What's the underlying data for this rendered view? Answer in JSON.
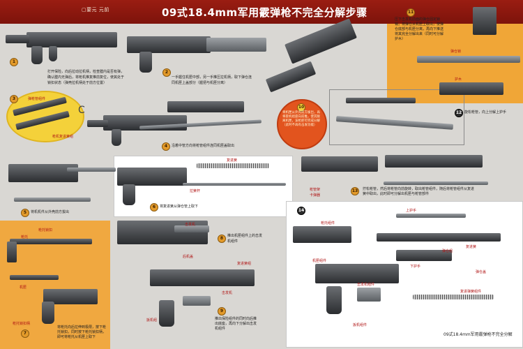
{
  "banner": {
    "left_text": "▢要元  元前",
    "title": "09式18.4mm军用霰弹枪不完全分解步骤"
  },
  "steps": {
    "s1": {
      "num": "1",
      "text": "打开保险，向后拉动拉机柄，检查膛内是否有弹，确认膛内无弹后，将枪机推复推前复位，使其处于锁扣状态（弹壳拉机柄处于前方位置）"
    },
    "s2": {
      "num": "2",
      "text": "一手握住机匣中部，另一手推压拉机柄，取下弹仓连同机匣上盖部分（握把与机匣分离）"
    },
    "s3": {
      "num": "3",
      "label_a": "弹枪管组件",
      "label_b": "枪机复进簧组",
      "letter": "C"
    },
    "s4": {
      "num": "4",
      "text": "沿着中管方向将枪管组件连同机匣盖取出"
    },
    "s5": {
      "num": "5",
      "text": "将机机件从外壳前方拔出",
      "label_a": "复进簧",
      "label_b": "拉簧杆"
    },
    "s6": {
      "num": "6",
      "text": "将复进簧从弹仓管上取下"
    },
    "s7": {
      "num": "7",
      "label_a": "枪托",
      "label_b": "枪托锁扣",
      "label_c": "机匣",
      "label_d": "枪托锁扣柄",
      "text": "将枪托向后拉伸到极限，按下枪托锁扣，同时按下枪托锁扣柄，即可将枪托从机匣上取下"
    },
    "s8": {
      "num": "8",
      "text": "推出机匣组件上的击发机组件",
      "label_a": "击发机",
      "label_b": "后机盖"
    },
    "s9": {
      "num": "9",
      "text": "推出保险组件的同时向后推出底座，再向下分解出击发机组件",
      "label_a": "复进簧组",
      "label_b": "击发机",
      "label_c": "扳机组"
    },
    "s10": {
      "num": "10",
      "text": "将机匣从外壳前方拔出，再将扳机组座向前推，使其脱离机匣，该枪即可完成分解（此时不再有击发功能）"
    },
    "s11": {
      "num": "11",
      "text": "压下击发机前面的弹仓固定锁销，将弹仓从机匣上取出，使弹仓底部与机匣分离，再向下推送将其完全分解出来（同时可分解护木）",
      "label_a": "弹仓锁",
      "label_b": "护木"
    },
    "s12": {
      "num": "12",
      "text": "旋松枪管，向上分解上护手"
    },
    "s13": {
      "num": "13",
      "text": "拧松枪管，然后将枪管向前旋转，取出枪管组件，随后将枪管组件从复进簧中取出，此时即可分解出机匣与枪管部件",
      "label_a": "枪管架",
      "label_b": "卡弹器"
    },
    "s14": {
      "num": "14",
      "caption": "09式18.4mm军用霰弹枪不完全分解",
      "parts": [
        "上护手",
        "枪托组件",
        "弹仓组",
        "复进簧",
        "下护手",
        "机匣组件",
        "击发机组件",
        "扳机组件",
        "复进弹簧组件",
        "弹仓盖"
      ]
    }
  },
  "colors": {
    "banner": "#8d170d",
    "orange_panel": "#f0a637",
    "yellow_callout": "#f4d13a",
    "red_callout": "#e2541e",
    "label_red": "#b01515"
  }
}
